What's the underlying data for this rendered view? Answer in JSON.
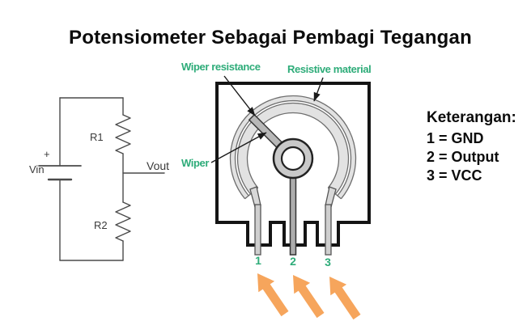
{
  "title": "Potensiometer Sebagai Pembagi Tegangan",
  "circuit": {
    "labels": {
      "plus": "+",
      "vin": "Vin",
      "r1": "R1",
      "r2": "R2",
      "vout": "Vout"
    }
  },
  "potentiometer": {
    "labels": {
      "wiper_resistance": "Wiper resistance",
      "resistive_material": "Resistive material",
      "wiper": "Wiper"
    },
    "pins": [
      "1",
      "2",
      "3"
    ]
  },
  "legend": {
    "title": "Keterangan:",
    "items": [
      "1 = GND",
      "2 = Output",
      "3 = VCC"
    ]
  },
  "colors": {
    "accent_green": "#2eac79",
    "arrow_orange": "#f6a55c",
    "text": "#0c0c0c"
  }
}
